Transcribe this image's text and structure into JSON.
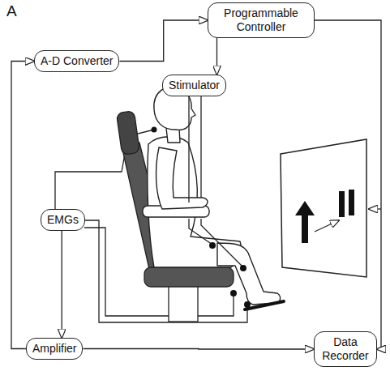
{
  "diagram": {
    "nodes": [
      {
        "text": [
          "Programmable Controller"
        ]
      },
      {
        "text": [
          "A-D Converter"
        ]
      },
      {
        "text": [
          "Stimulator"
        ]
      },
      {
        "text": [
          "EMGs"
        ]
      },
      {
        "text": [
          "Amplifier"
        ]
      },
      {
        "text": [
          "Data Recorder"
        ]
      }
    ],
    "edges": [
      {
        "from": 1,
        "to": 0,
        "arrow": "to"
      },
      {
        "from": 0,
        "to": 2,
        "arrow": "to"
      },
      {
        "from": 0,
        "to": 5,
        "arrow": "to"
      },
      {
        "from": 3,
        "to": 4,
        "arrow": "to"
      },
      {
        "from": 4,
        "to": 1,
        "arrow": "to"
      },
      {
        "from": 4,
        "to": 5,
        "arrow": "to"
      }
    ],
    "labels": [
      "A"
    ]
  }
}
